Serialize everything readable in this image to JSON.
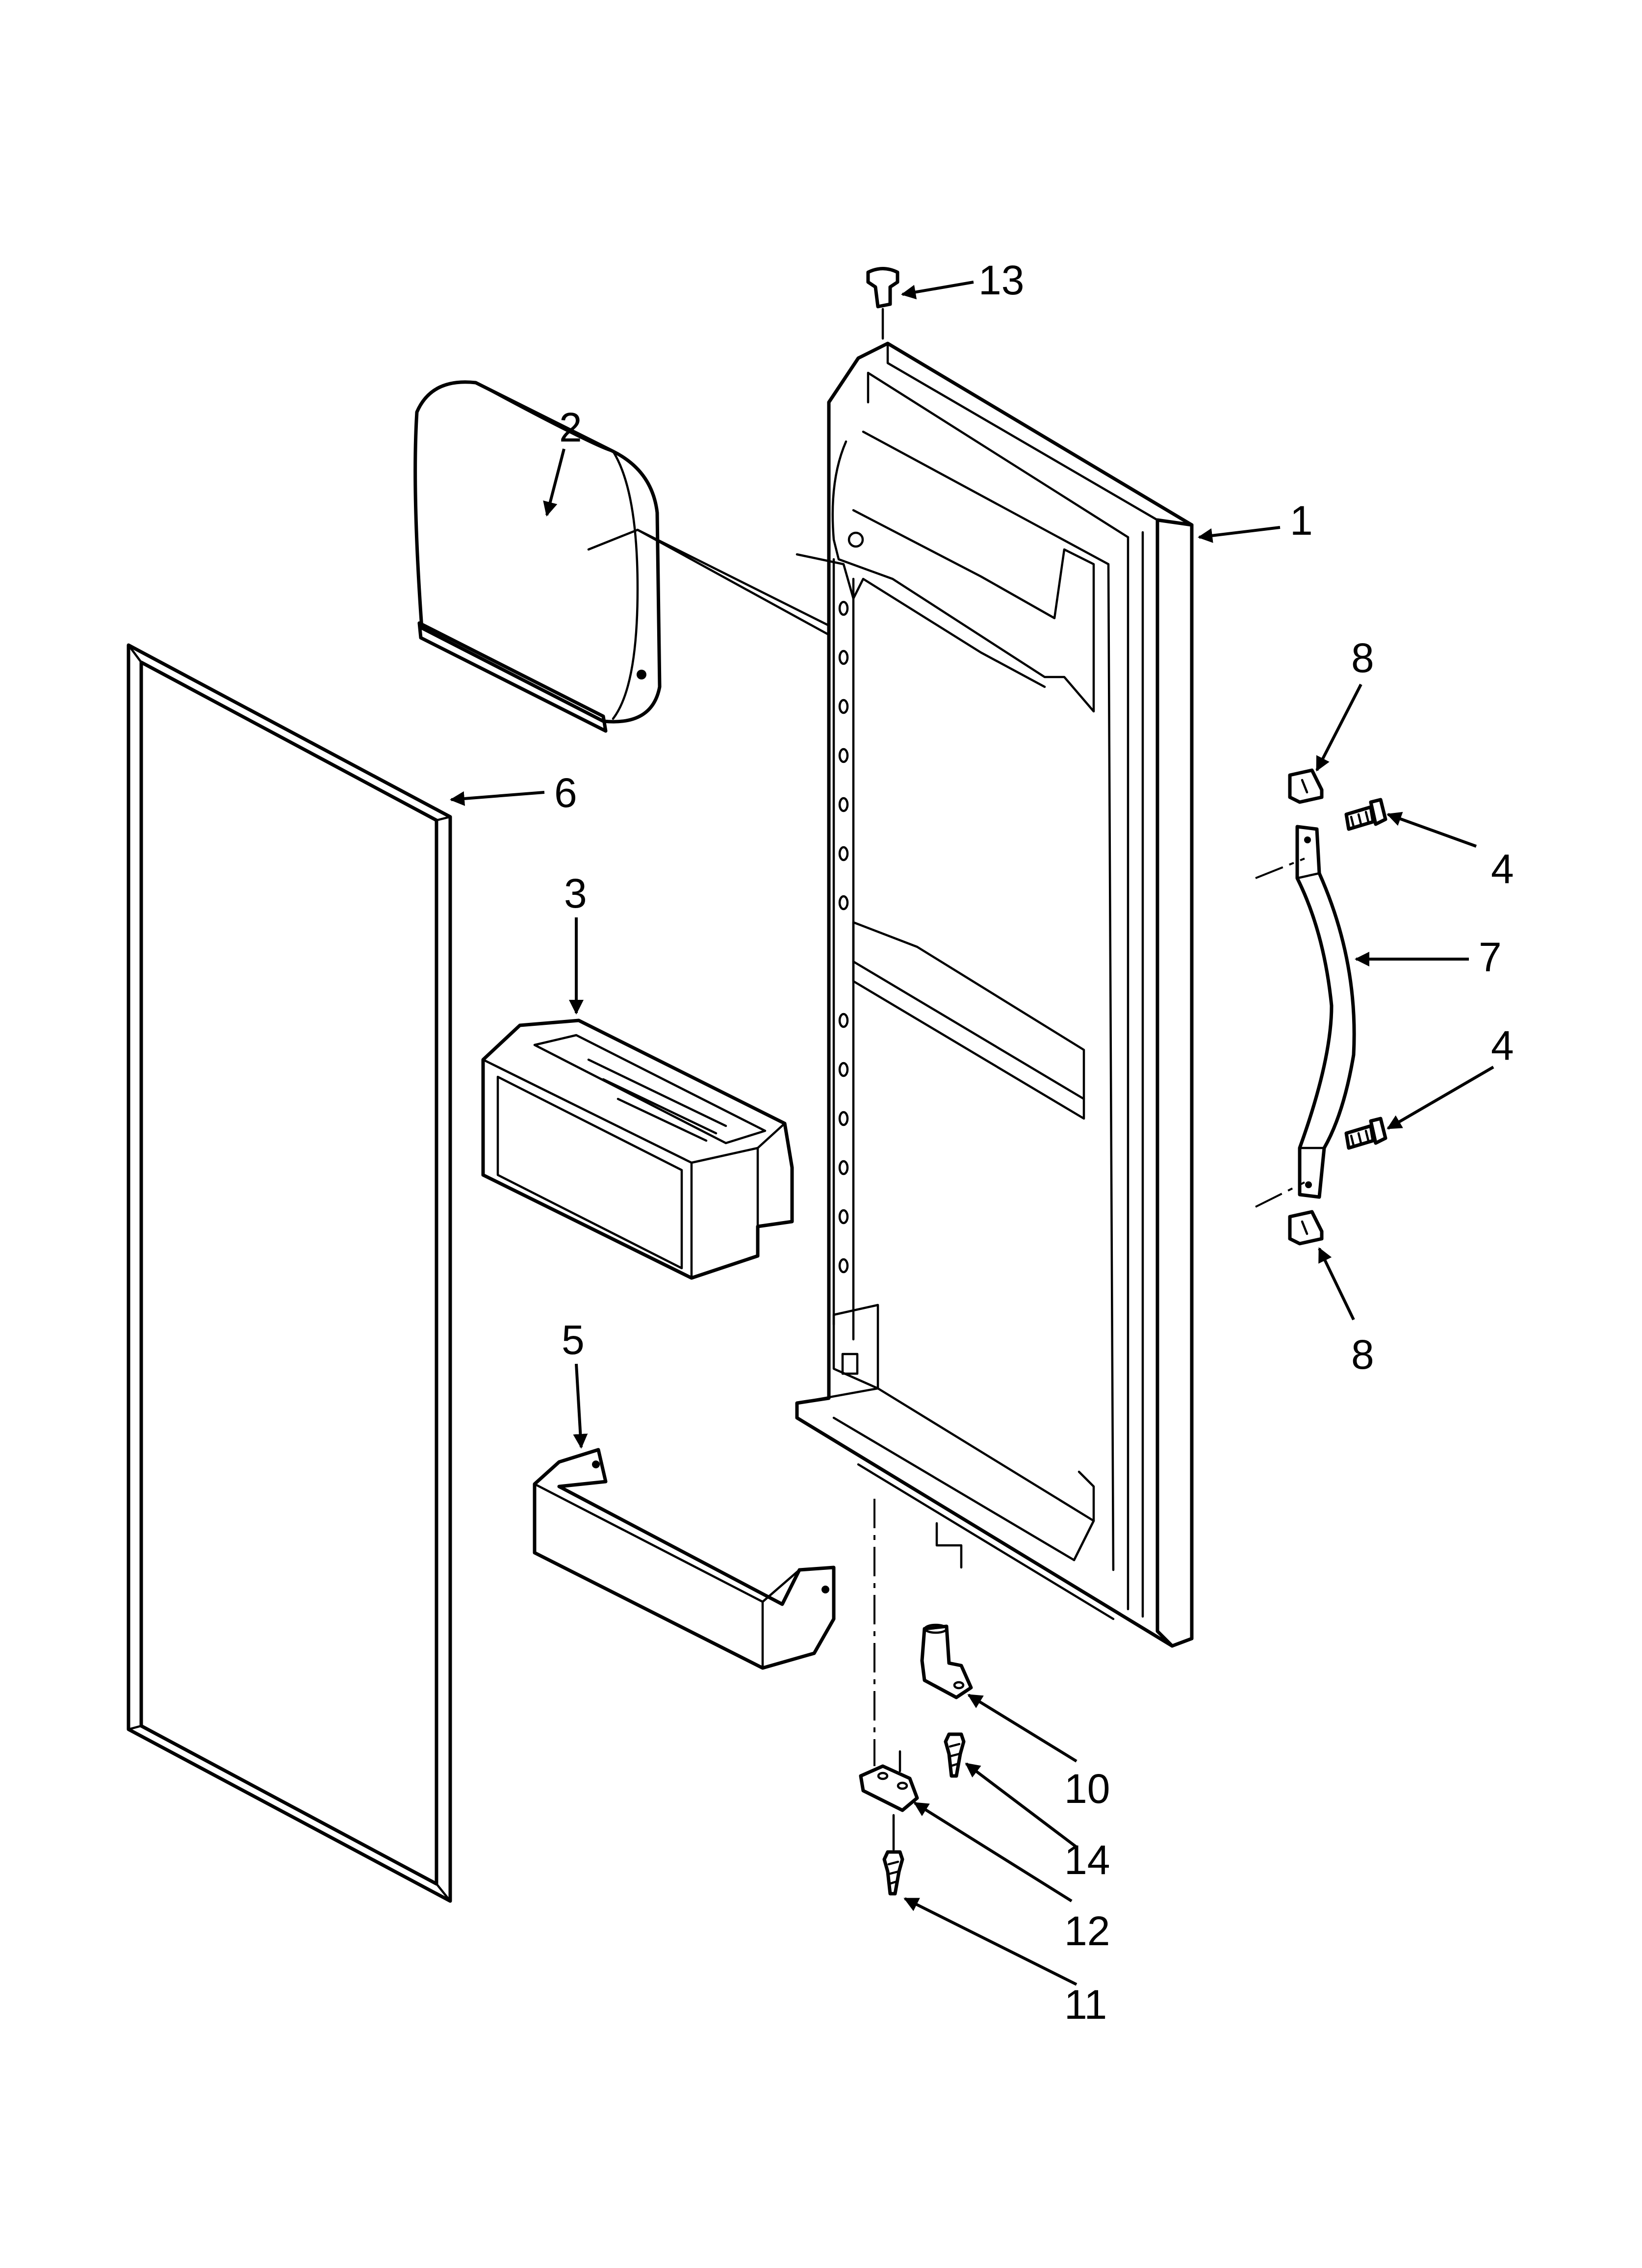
{
  "callouts": {
    "c1": "1",
    "c2": "2",
    "c3": "3",
    "c4a": "4",
    "c4b": "4",
    "c5": "5",
    "c6": "6",
    "c7": "7",
    "c8a": "8",
    "c8b": "8",
    "c10": "10",
    "c11": "11",
    "c12": "12",
    "c13": "13",
    "c14": "14"
  },
  "colors": {
    "line": "#000000",
    "background": "#ffffff"
  }
}
